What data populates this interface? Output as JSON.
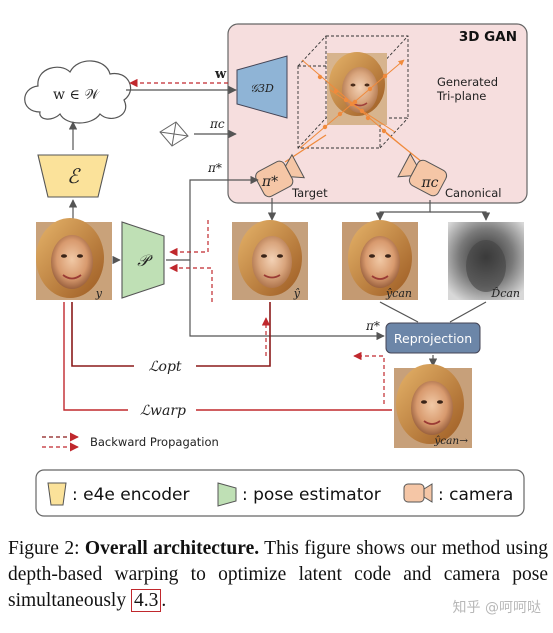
{
  "gan_block": {
    "title": "3D GAN",
    "generator_label": "𝒢3D",
    "generated_label_line1": "Generated",
    "generated_label_line2": "Tri-plane",
    "target_label": "Target",
    "canonical_label": "Canonical",
    "camera_target_symbol": "π*",
    "camera_canonical_symbol": "πc"
  },
  "nodes": {
    "latent_cloud": "w ∈ 𝒲",
    "encoder_symbol": "ℰ",
    "pose_estimator_symbol": "𝒫",
    "reprojection_label": "Reprojection"
  },
  "edge_labels": {
    "w": "w",
    "pi_c": "πc",
    "pi_star_top": "π*",
    "pi_star_reproj": "π*",
    "loss_opt": "ℒopt",
    "loss_warp": "ℒwarp"
  },
  "image_labels": {
    "input": "y",
    "rendered": "ŷ",
    "canonical_render": "ŷcan",
    "canonical_depth": "D̂can",
    "warped": "ŷcan→"
  },
  "backward_legend": "Backward Propagation",
  "legend": {
    "encoder": ": e4e encoder",
    "pose": ": pose estimator",
    "camera": ": camera"
  },
  "colors": {
    "gan_bg": "#f6dede",
    "encoder_fill": "#fbe29a",
    "pose_fill": "#bfe0b5",
    "camera_fill": "#f5c6a6",
    "generator_fill": "#8fb4d6",
    "reprojection_fill": "#6c86a8",
    "forward_line": "#555555",
    "backward_line": "#c0282d"
  },
  "caption": {
    "prefix": "Figure 2: ",
    "bold": "Overall architecture.",
    "body": " This figure shows our method using depth-based warping to optimize latent code and camera pose simultaneously ",
    "ref": "4.3",
    "suffix": "."
  },
  "watermark": "知乎 @呵呵哒"
}
